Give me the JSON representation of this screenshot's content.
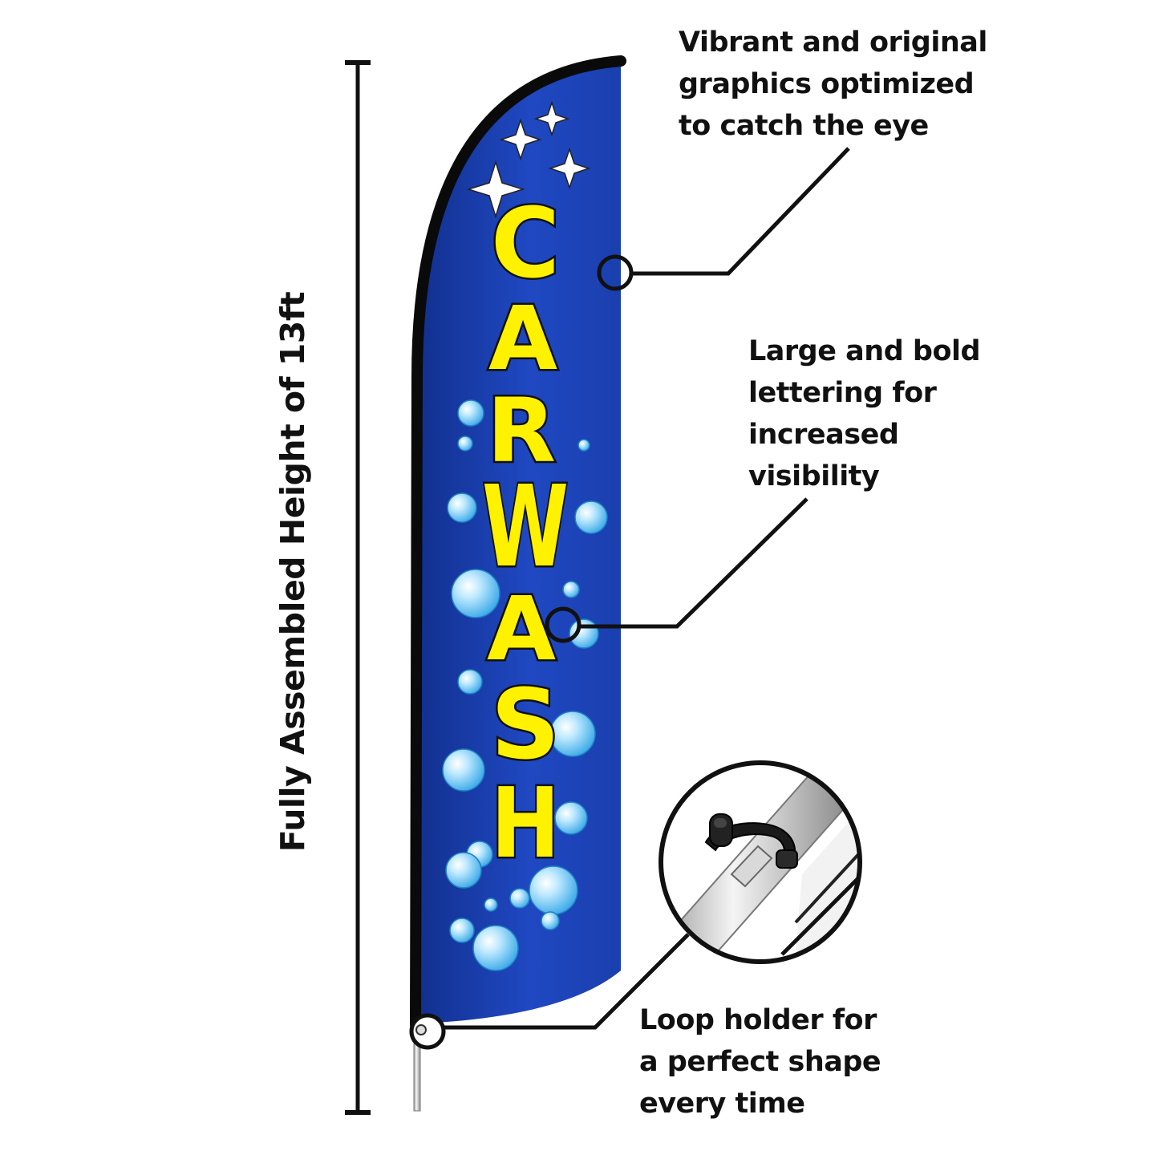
{
  "height_label": "Fully Assembled Height of 13ft",
  "flag": {
    "text": "CAR WASH",
    "letters": [
      "C",
      "A",
      "R",
      "W",
      "A",
      "S",
      "H"
    ],
    "colors": {
      "fabric": "#1a3fae",
      "fabric_light": "#2a5ad6",
      "lettering": "#fff200",
      "lettering_outline": "#111111",
      "bubbles": "#8fd6ff"
    }
  },
  "callouts": {
    "graphics": {
      "lines": [
        "Vibrant and original",
        "graphics optimized",
        "to catch the eye"
      ]
    },
    "lettering": {
      "lines": [
        "Large and bold",
        "lettering for",
        "increased",
        "visibility"
      ]
    },
    "loop": {
      "lines": [
        "Loop holder for",
        "a perfect shape",
        "every time"
      ]
    }
  },
  "icons": {
    "sparkle": "sparkle-icon",
    "bubble": "bubble-icon",
    "loop_holder": "loop-holder-clip-icon"
  }
}
